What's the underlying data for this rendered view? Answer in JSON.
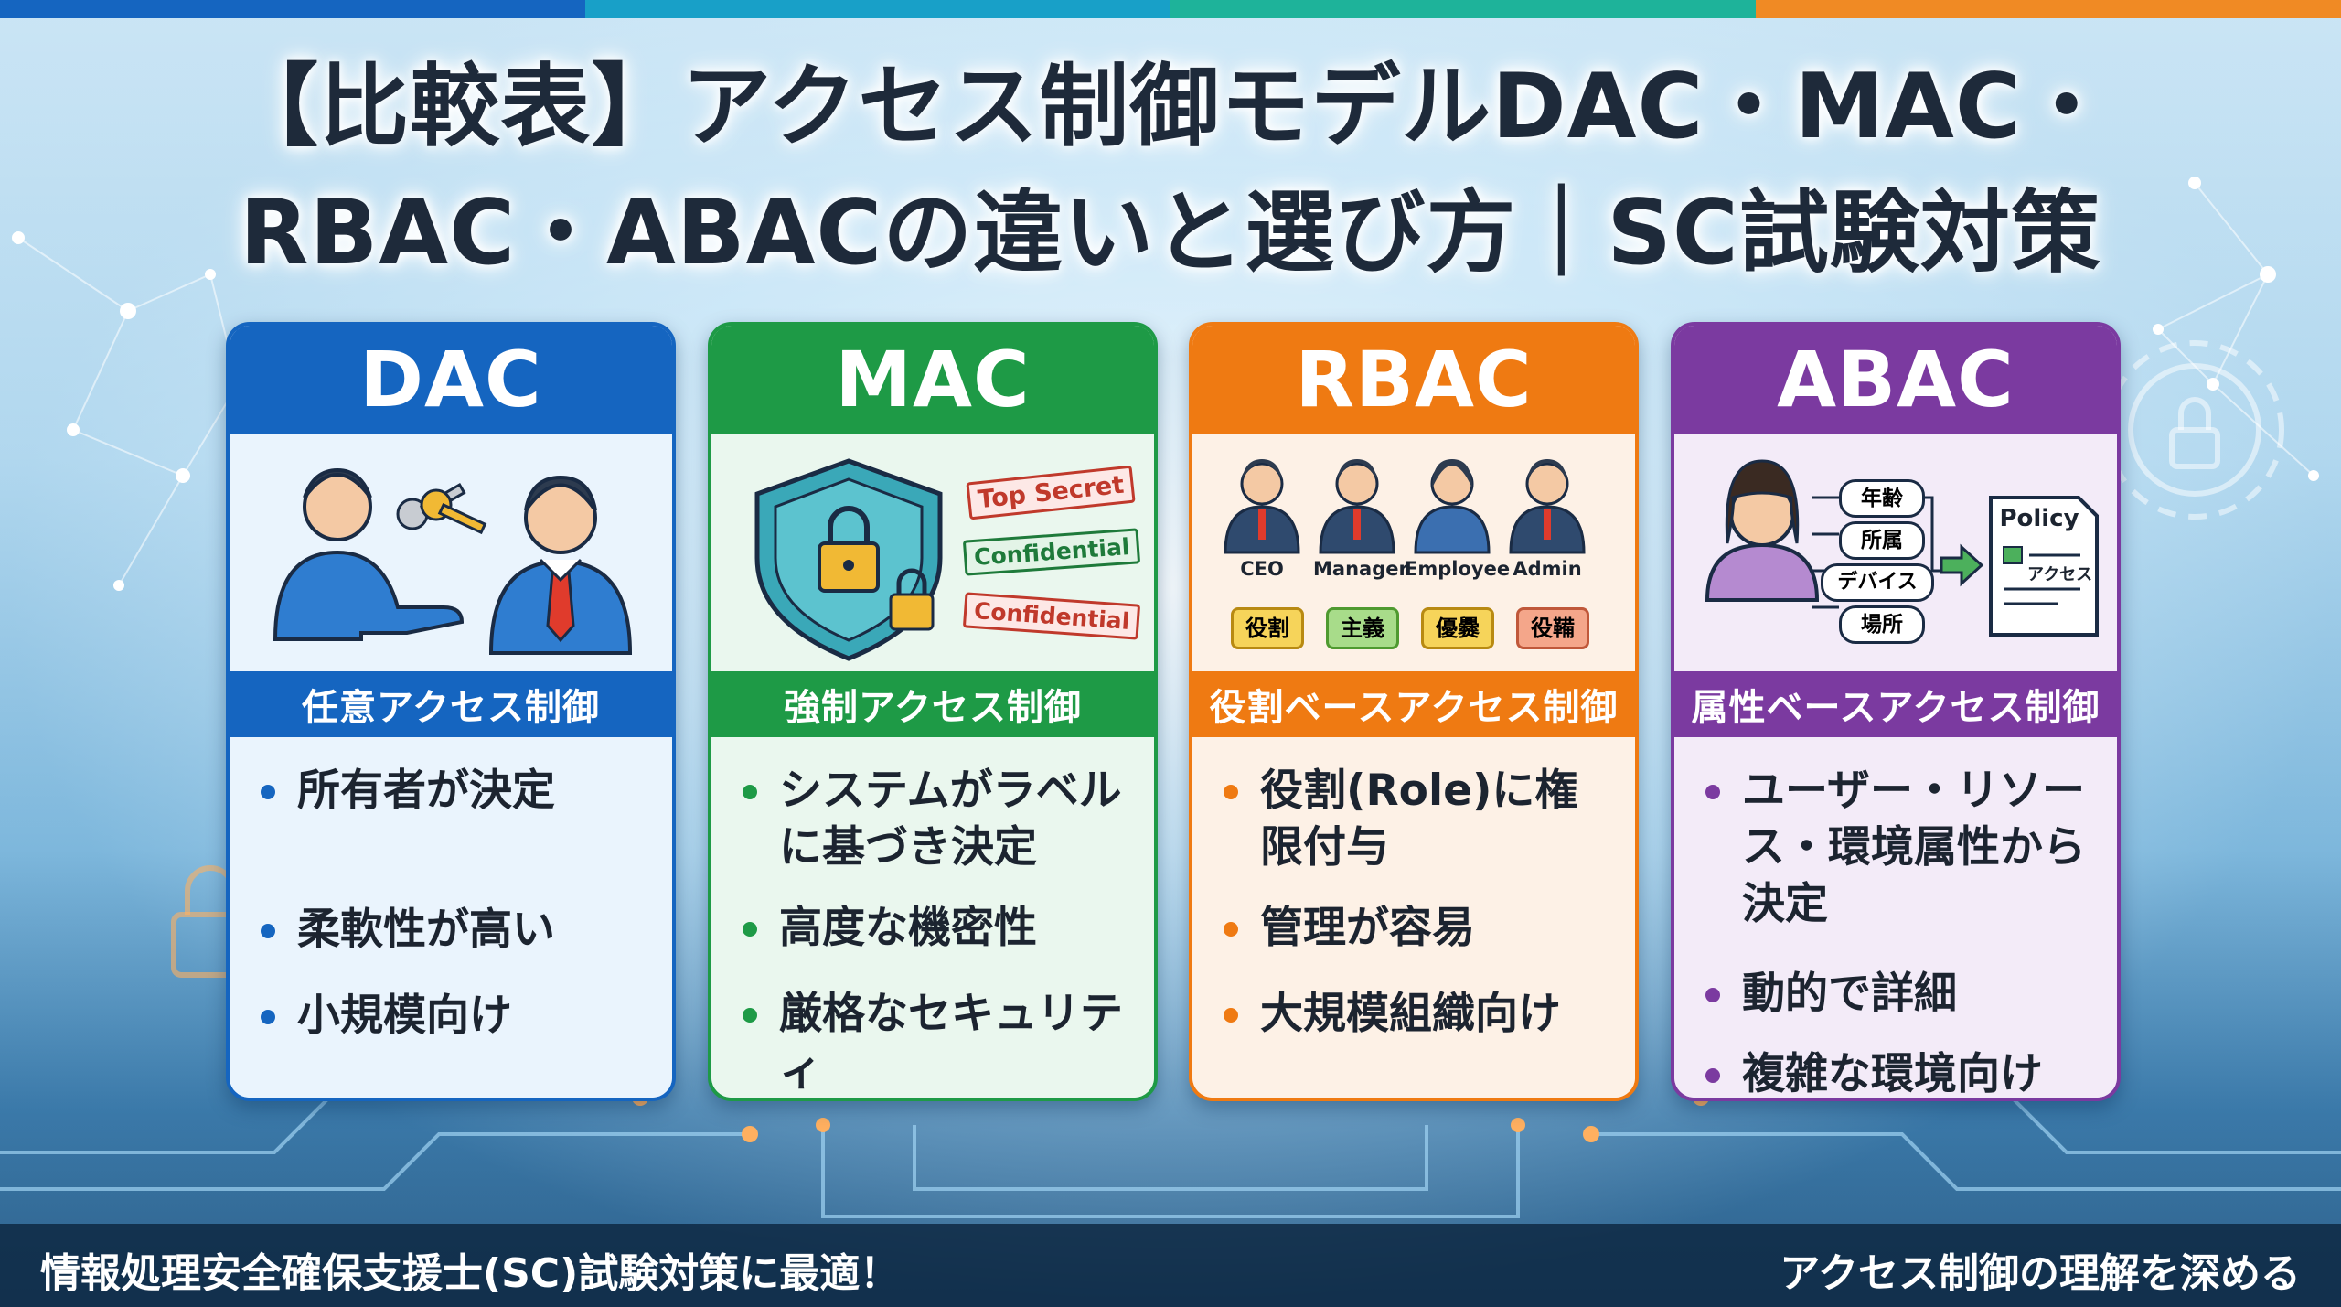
{
  "title": {
    "line1": "【比較表】アクセス制御モデルDAC・MAC・",
    "line2": "RBAC・ABACの違いと選び方｜SC試験対策"
  },
  "colors": {
    "dac": "#1565c0",
    "mac": "#1e9a46",
    "rbac": "#ef7a12",
    "abac": "#7b3aa0"
  },
  "cards": [
    {
      "key": "dac",
      "heading": "DAC",
      "subtitle": "任意アクセス制御",
      "items": [
        "所有者が決定",
        "柔軟性が高い",
        "小規模向け"
      ],
      "illustration": "owner-handing-keys-icon"
    },
    {
      "key": "mac",
      "heading": "MAC",
      "subtitle": "強制アクセス制御",
      "items": [
        "システムがラベルに基づき決定",
        "高度な機密性",
        "厳格なセキュリティ"
      ],
      "illustration": "shield-lock-icon",
      "labels": [
        "Top Secret",
        "Confidential",
        "Confidential"
      ]
    },
    {
      "key": "rbac",
      "heading": "RBAC",
      "subtitle": "役割ベースアクセス制御",
      "items": [
        "役割(Role)に権限付与",
        "管理が容易",
        "大規模組織向け"
      ],
      "illustration": "role-people-icon",
      "roles": [
        "CEO",
        "Manager",
        "Employee",
        "Admin"
      ],
      "role_tags": [
        "役割",
        "主義",
        "優爨",
        "役鞴"
      ]
    },
    {
      "key": "abac",
      "heading": "ABAC",
      "subtitle": "属性ベースアクセス制御",
      "items": [
        "ユーザー・リソース・環境属性から決定",
        "動的で詳細",
        "複雑な環境向け"
      ],
      "illustration": "attribute-policy-icon",
      "attributes": [
        "年齢",
        "所属",
        "デバイス",
        "場所"
      ],
      "policy_title": "Policy",
      "policy_text": "アクセス"
    }
  ],
  "footer": {
    "left": "情報処理安全確保支援士(SC)試験対策に最適！",
    "right": "アクセス制御の理解を深める"
  }
}
